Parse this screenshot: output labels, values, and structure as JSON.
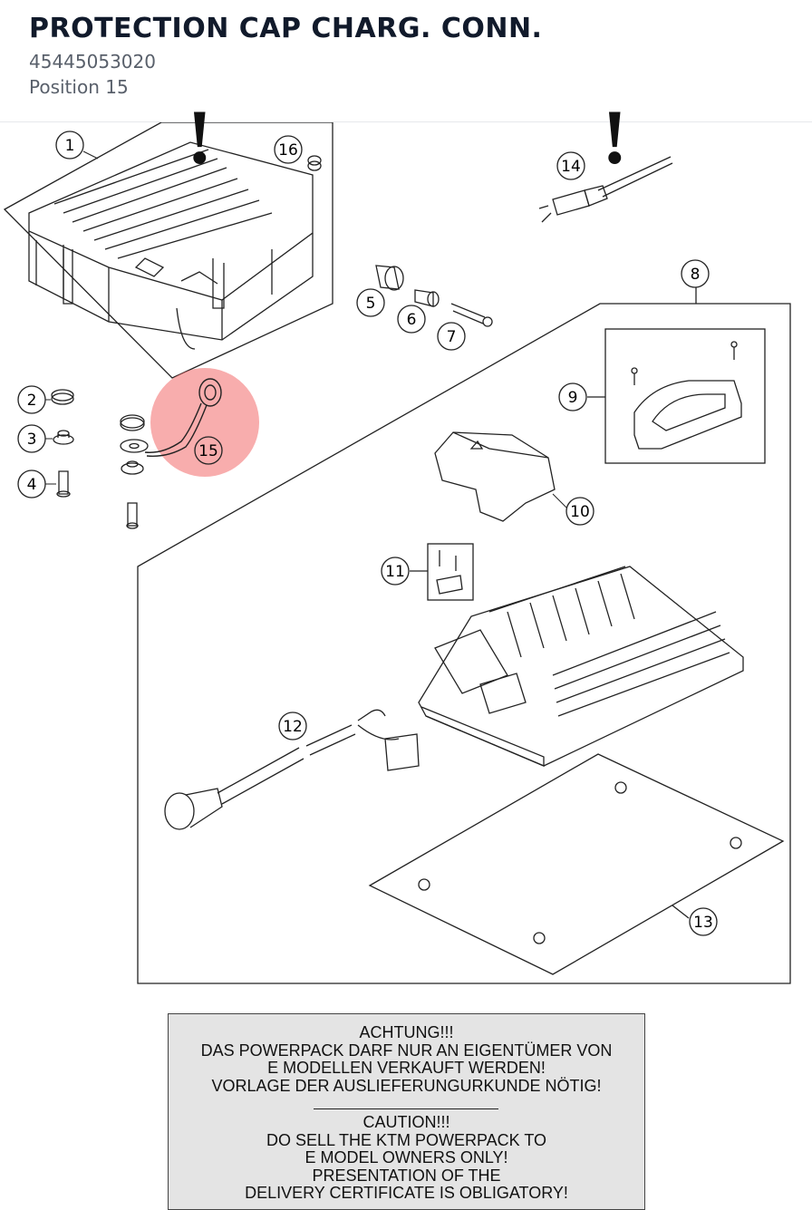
{
  "header": {
    "title": "PROTECTION CAP CHARG. CONN.",
    "part_number": "45445053020",
    "position": "Position 15"
  },
  "diagram": {
    "highlight_color": "#f26a6a",
    "callouts": [
      "1",
      "2",
      "3",
      "4",
      "5",
      "6",
      "7",
      "8",
      "9",
      "10",
      "11",
      "12",
      "13",
      "14",
      "15",
      "16"
    ],
    "highlighted_callout": "15"
  },
  "warning": {
    "german": [
      "ACHTUNG!!!",
      "DAS POWERPACK DARF NUR AN EIGENTÜMER VON",
      "E MODELLEN VERKAUFT WERDEN!",
      "VORLAGE DER AUSLIEFERUNGURKUNDE NÖTIG!"
    ],
    "english": [
      "CAUTION!!!",
      "DO SELL THE KTM POWERPACK TO",
      "E MODEL OWNERS ONLY!",
      "PRESENTATION OF THE",
      "DELIVERY CERTIFICATE IS OBLIGATORY!"
    ],
    "exclamation": "!"
  }
}
